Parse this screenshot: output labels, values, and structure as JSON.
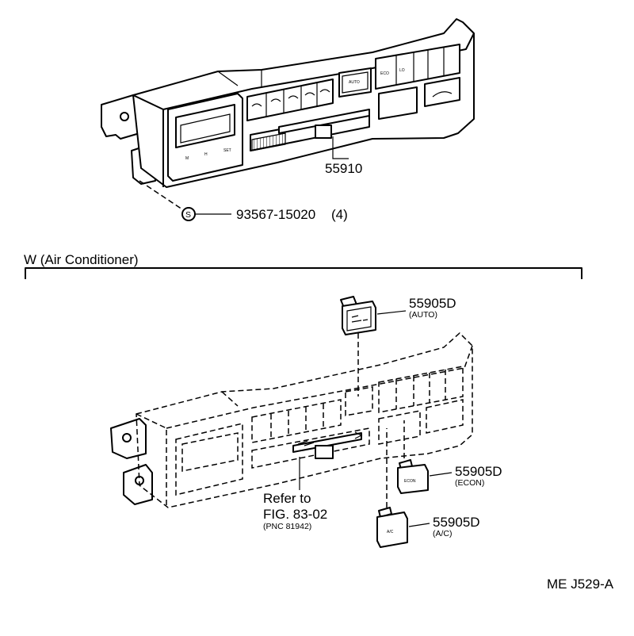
{
  "diagram": {
    "top_assembly": {
      "part_number": "55910",
      "screw_part": "93567-15020",
      "screw_qty": "(4)",
      "screw_symbol": "S",
      "panel_labels": [
        "M",
        "H",
        "SET"
      ],
      "button_labels": {
        "auto": "AUTO",
        "recirc": "ECO",
        "lo": "LO"
      }
    },
    "section": {
      "title": "W (Air Conditioner)"
    },
    "bottom_assembly": {
      "callouts": [
        {
          "part": "55905D",
          "sub": "(AUTO)"
        },
        {
          "part": "55905D",
          "sub": "(ECON)"
        },
        {
          "part": "55905D",
          "sub": "(A/C)"
        }
      ],
      "button_faces": {
        "econ": "ECON",
        "ac": "A/C"
      },
      "refer": {
        "line1": "Refer to",
        "line2": "FIG. 83-02",
        "line3": "(PNC 81942)"
      }
    },
    "figure_code": "ME J529-A"
  }
}
